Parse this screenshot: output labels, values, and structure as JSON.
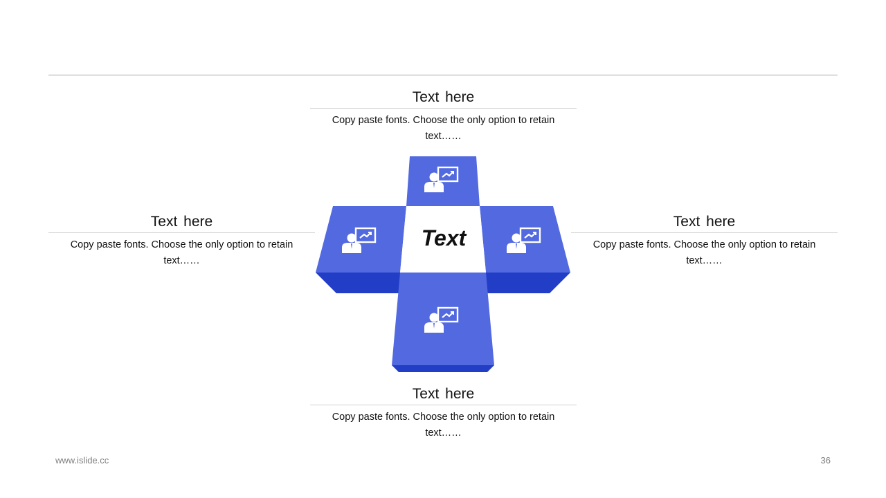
{
  "colors": {
    "face": "#5269e0",
    "side": "#233ec6",
    "icon": "#ffffff",
    "center": "#ffffff"
  },
  "blocks": {
    "top": {
      "title": "Text here",
      "desc": "Copy paste fonts. Choose the only option to retain text……"
    },
    "left": {
      "title": "Text here",
      "desc": "Copy paste fonts. Choose the only option to retain text……"
    },
    "right": {
      "title": "Text here",
      "desc": "Copy paste fonts. Choose the only option to retain text……"
    },
    "bottom": {
      "title": "Text here",
      "desc": "Copy paste fonts. Choose the only option to retain text……"
    }
  },
  "center_label": "Text",
  "icon_name": "presenter-board-icon",
  "footer": {
    "url": "www.islide.cc",
    "page": "36"
  }
}
